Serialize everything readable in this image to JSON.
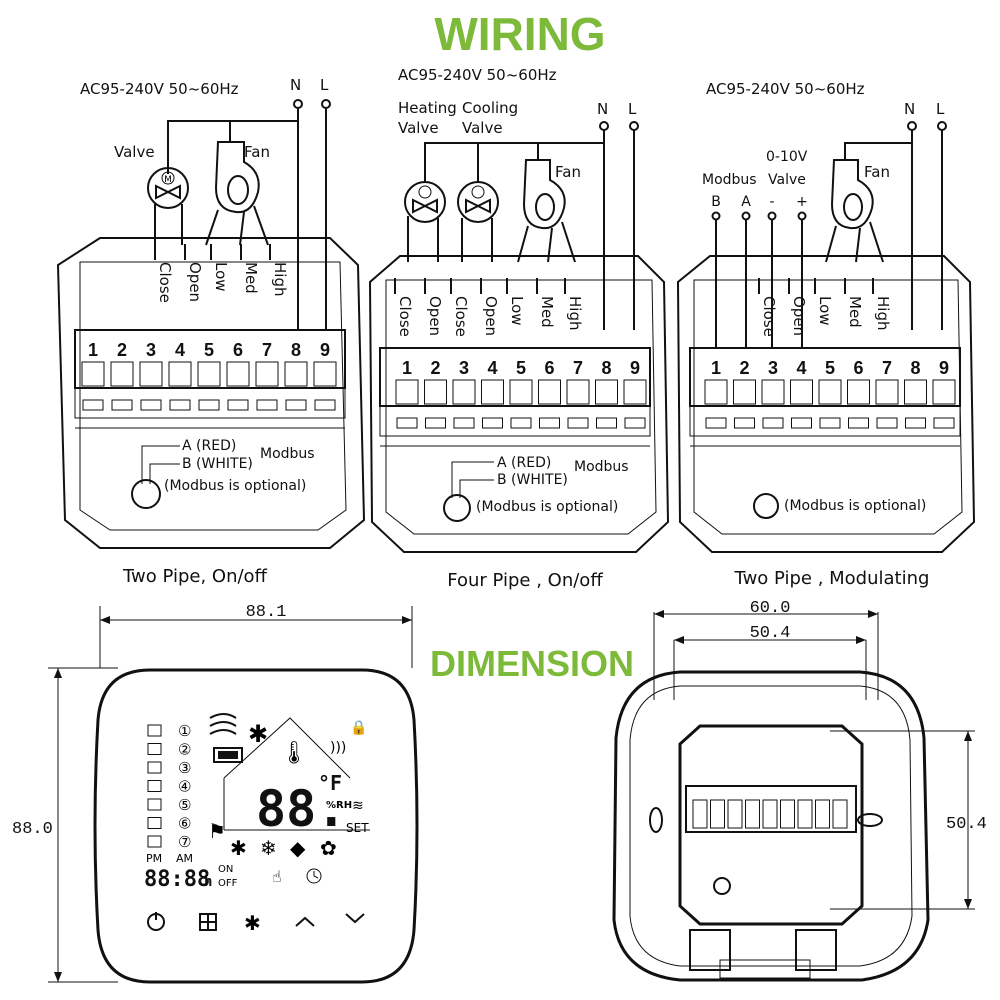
{
  "titles": {
    "wiring": "WIRING",
    "dimension": "DIMENSION"
  },
  "supply": "AC95-240V  50~60Hz",
  "neutral": "N",
  "live": "L",
  "fan": "Fan",
  "terminal_numbers": [
    "1",
    "2",
    "3",
    "4",
    "5",
    "6",
    "7",
    "8",
    "9"
  ],
  "panels": [
    {
      "caption": "Two Pipe, On/off",
      "valve_label": "Valve",
      "wire_labels": [
        "Close",
        "Open",
        "Low",
        "Med",
        "High"
      ],
      "modbus_a": "A (RED)",
      "modbus_b": "B (WHITE)",
      "modbus_label": "Modbus",
      "modbus_note": "(Modbus is optional)"
    },
    {
      "caption": "Four Pipe , On/off",
      "heating_label_1": "Heating",
      "heating_label_2": "Valve",
      "cooling_label_1": "Cooling",
      "cooling_label_2": "Valve",
      "wire_labels": [
        "Close",
        "Open",
        "Close",
        "Open",
        "Low",
        "Med",
        "High"
      ],
      "modbus_a": "A (RED)",
      "modbus_b": "B (WHITE)",
      "modbus_label": "Modbus",
      "modbus_note": "(Modbus is optional)"
    },
    {
      "caption": "Two Pipe , Modulating",
      "modbus_top": "Modbus",
      "valve_top_1": "0-10V",
      "valve_top_2": "Valve",
      "pin_labels": [
        "B",
        "A",
        "-",
        "+"
      ],
      "wire_labels": [
        "Close",
        "Open",
        "Low",
        "Med",
        "High"
      ],
      "modbus_note": "(Modbus is optional)"
    }
  ],
  "dimensions": {
    "front_width": "88.1",
    "front_height": "88.0",
    "back_outer_width": "60.0",
    "back_inner_width": "50.4",
    "back_height": "50.4"
  },
  "display": {
    "temperature": "88.",
    "unit": "°F",
    "humidity_unit": "%RH",
    "set": "SET",
    "pm": "PM",
    "am": "AM",
    "clock": "88:88",
    "hour_suffix": "h",
    "on": "ON",
    "off": "OFF",
    "programs": [
      "①",
      "②",
      "③",
      "④",
      "⑤",
      "⑥",
      "⑦"
    ]
  }
}
